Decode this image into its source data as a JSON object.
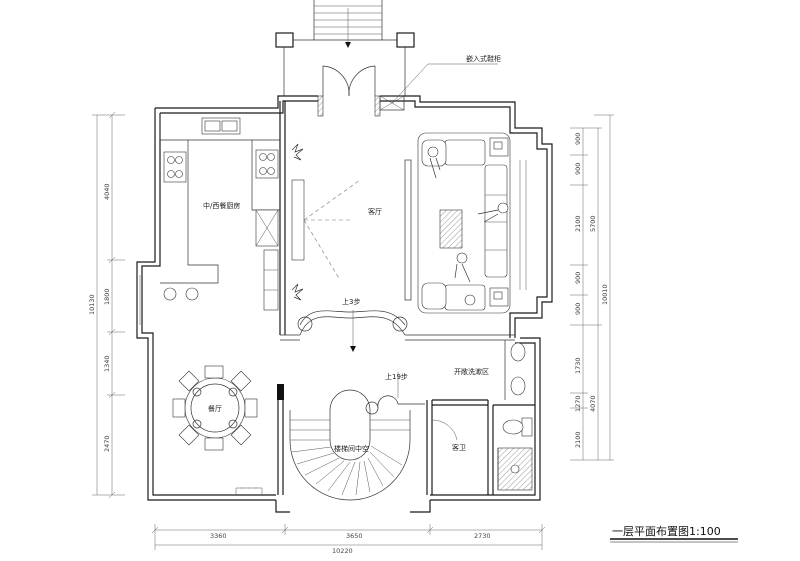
{
  "drawing": {
    "title": "一层平面布置图1:100"
  },
  "rooms": {
    "kitchen": "中/西餐厨房",
    "living": "客厅",
    "dining": "餐厅",
    "stair_void": "楼梯间中空",
    "guest_bath": "客卫",
    "wash_area": "开敞洗漱区",
    "shoe_cabinet": "嵌入式鞋柜"
  },
  "annotations": {
    "up3": "上3步",
    "up19": "上19步"
  },
  "dimensions": {
    "bottom": [
      "3360",
      "3650",
      "2730"
    ],
    "bottom_total": "10220",
    "left": [
      "4040",
      "1800",
      "1340",
      "2470"
    ],
    "left_total": "10130",
    "right": [
      "900",
      "900",
      "2100",
      "900",
      "900",
      "1730",
      "1270",
      "2100"
    ],
    "right_sub": [
      "5700",
      "4070"
    ],
    "right_total": "10010"
  }
}
